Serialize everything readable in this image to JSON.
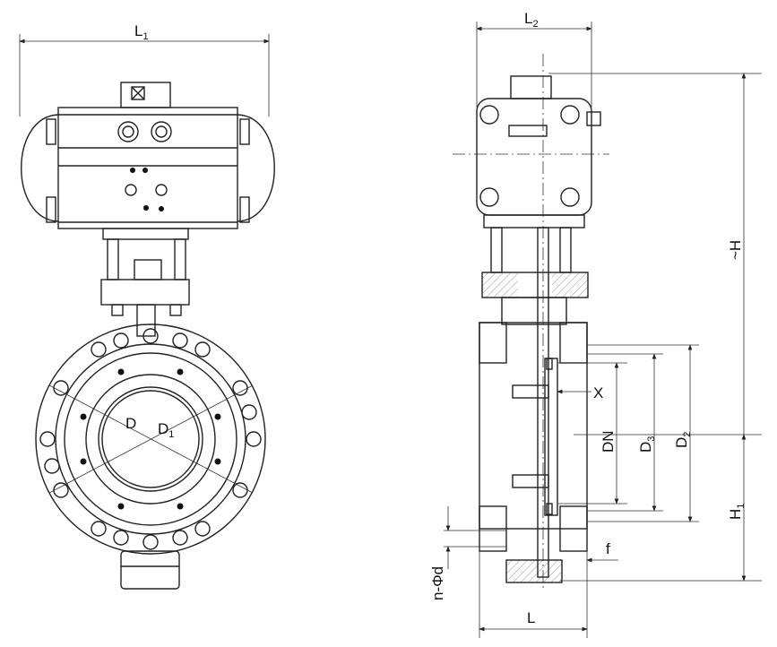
{
  "front_view": {
    "labels": {
      "L1": "L",
      "L1_sub": "1",
      "D": "D",
      "D1": "D",
      "D1_sub": "1"
    }
  },
  "side_view": {
    "labels": {
      "L2": "L",
      "L2_sub": "2",
      "H": "~H",
      "H1": "H",
      "H1_sub": "1",
      "X": "X",
      "DN": "DN",
      "D3": "D",
      "D3_sub": "3",
      "D2": "D",
      "D2_sub": "2",
      "f": "f",
      "nd": "n-Φd",
      "L": "L"
    }
  }
}
